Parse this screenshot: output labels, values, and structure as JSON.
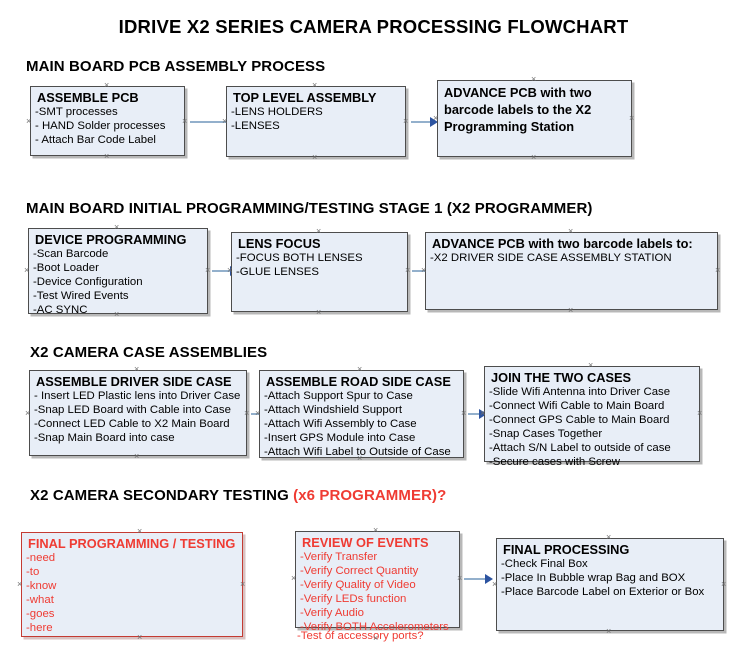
{
  "document": {
    "title": "IDRIVE X2  SERIES CAMERA PROCESSING FLOWCHART",
    "accent_color": "#ef3b33",
    "box_fill": "#e8eef7",
    "box_border": "#4d4d4d",
    "connector_color": "#93b0cc",
    "arrowhead_color": "#2c53a0",
    "handle_glyph": "×"
  },
  "sections": [
    {
      "id": "main-board-pcb-assembly-process",
      "heading": "MAIN BOARD PCB ASSEMBLY PROCESS",
      "heading_accent": "",
      "boxes": [
        {
          "id": "assemble-pcb",
          "title": "ASSEMBLE PCB",
          "lines": [
            "-SMT processes",
            "- HAND Solder processes",
            "- Attach Bar Code Label"
          ]
        },
        {
          "id": "top-level-assembly",
          "title": "TOP LEVEL ASSEMBLY",
          "lines": [
            "-LENS HOLDERS",
            "-LENSES"
          ]
        },
        {
          "id": "advance-pcb-to-x2-programming-station",
          "title": "ADVANCE PCB with two barcode labels to the  X2 Programming Station",
          "lines": []
        }
      ]
    },
    {
      "id": "main-board-initial-programming-testing-stage-1",
      "heading": "MAIN BOARD INITIAL PROGRAMMING/TESTING STAGE 1 (X2 PROGRAMMER)",
      "heading_accent": "",
      "boxes": [
        {
          "id": "device-programming",
          "title": "DEVICE PROGRAMMING",
          "lines": [
            "-Scan Barcode",
            "-Boot Loader",
            "-Device Configuration",
            "-Test Wired Events",
            "-AC SYNC"
          ]
        },
        {
          "id": "lens-focus",
          "title": "LENS FOCUS",
          "lines": [
            "-FOCUS BOTH LENSES",
            "-GLUE LENSES"
          ]
        },
        {
          "id": "advance-pcb-to-driver-side-case-assembly",
          "title": "ADVANCE PCB with two barcode labels to:",
          "lines": [
            "-X2 DRIVER  SIDE  CASE  ASSEMBLY STATION"
          ]
        }
      ]
    },
    {
      "id": "x2-camera-case-assemblies",
      "heading": "X2 CAMERA CASE ASSEMBLIES",
      "heading_accent": "",
      "boxes": [
        {
          "id": "assemble-driver-side-case",
          "title": "ASSEMBLE DRIVER SIDE CASE",
          "lines": [
            "- Insert LED Plastic lens into Driver Case",
            "-Snap LED Board with Cable into Case",
            "-Connect LED Cable to X2 Main Board",
            "-Snap Main Board into case"
          ]
        },
        {
          "id": "assemble-road-side-case",
          "title": "ASSEMBLE ROAD SIDE CASE",
          "lines": [
            "-Attach Support Spur to Case",
            "-Attach Windshield Support",
            "-Attach Wifi Assembly to Case",
            "-Insert GPS Module into Case",
            "-Attach Wifi Label to Outside of Case"
          ]
        },
        {
          "id": "join-the-two-cases",
          "title": "JOIN THE TWO CASES",
          "lines": [
            "-Slide Wifi Antenna into Driver Case",
            "-Connect Wifi Cable to Main Board",
            "-Connect GPS Cable to Main Board",
            "-Snap Cases Together",
            "-Attach S/N Label to outside of case",
            "-Secure cases with Screw"
          ]
        }
      ]
    },
    {
      "id": "x2-camera-secondary-testing",
      "heading": "X2 CAMERA SECONDARY TESTING ",
      "heading_accent": "(x6 PROGRAMMER)?",
      "boxes": [
        {
          "id": "final-programming-testing",
          "title": "FINAL PROGRAMMING / TESTING",
          "lines": [
            "-need",
            "-to",
            "-know",
            "-what",
            "-goes",
            "-here"
          ]
        },
        {
          "id": "review-of-events",
          "title": "REVIEW OF EVENTS",
          "lines": [
            "-Verify Transfer",
            "-Verify Correct Quantity",
            "-Verify Quality of Video",
            "-Verify LEDs function",
            "-Verify Audio",
            "-Verify BOTH Accelerometers"
          ],
          "overflow_line": "-Test of accessory ports?"
        },
        {
          "id": "final-processing",
          "title": "FINAL PROCESSING",
          "lines": [
            " -Check Final Box",
            "-Place In Bubble wrap Bag and BOX",
            "-Place Barcode Label on Exterior or Box"
          ]
        }
      ]
    }
  ]
}
